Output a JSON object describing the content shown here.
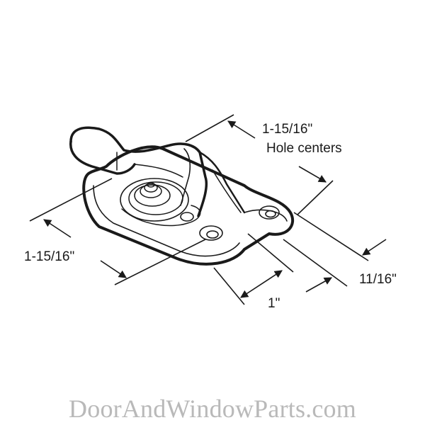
{
  "diagram": {
    "subject": "Sash lock with cam handle, isometric line drawing",
    "stroke_color": "#1a1a1a",
    "background": "#ffffff"
  },
  "dimensions": {
    "hole_centers": {
      "value": "1-15/16\"",
      "caption": "Hole centers"
    },
    "length": {
      "value": "1-15/16\""
    },
    "width": {
      "value": "1\""
    },
    "depth": {
      "value": "11/16\""
    }
  },
  "watermark": {
    "text": "DoorAndWindowParts.com",
    "color": "#b9b9b9"
  }
}
